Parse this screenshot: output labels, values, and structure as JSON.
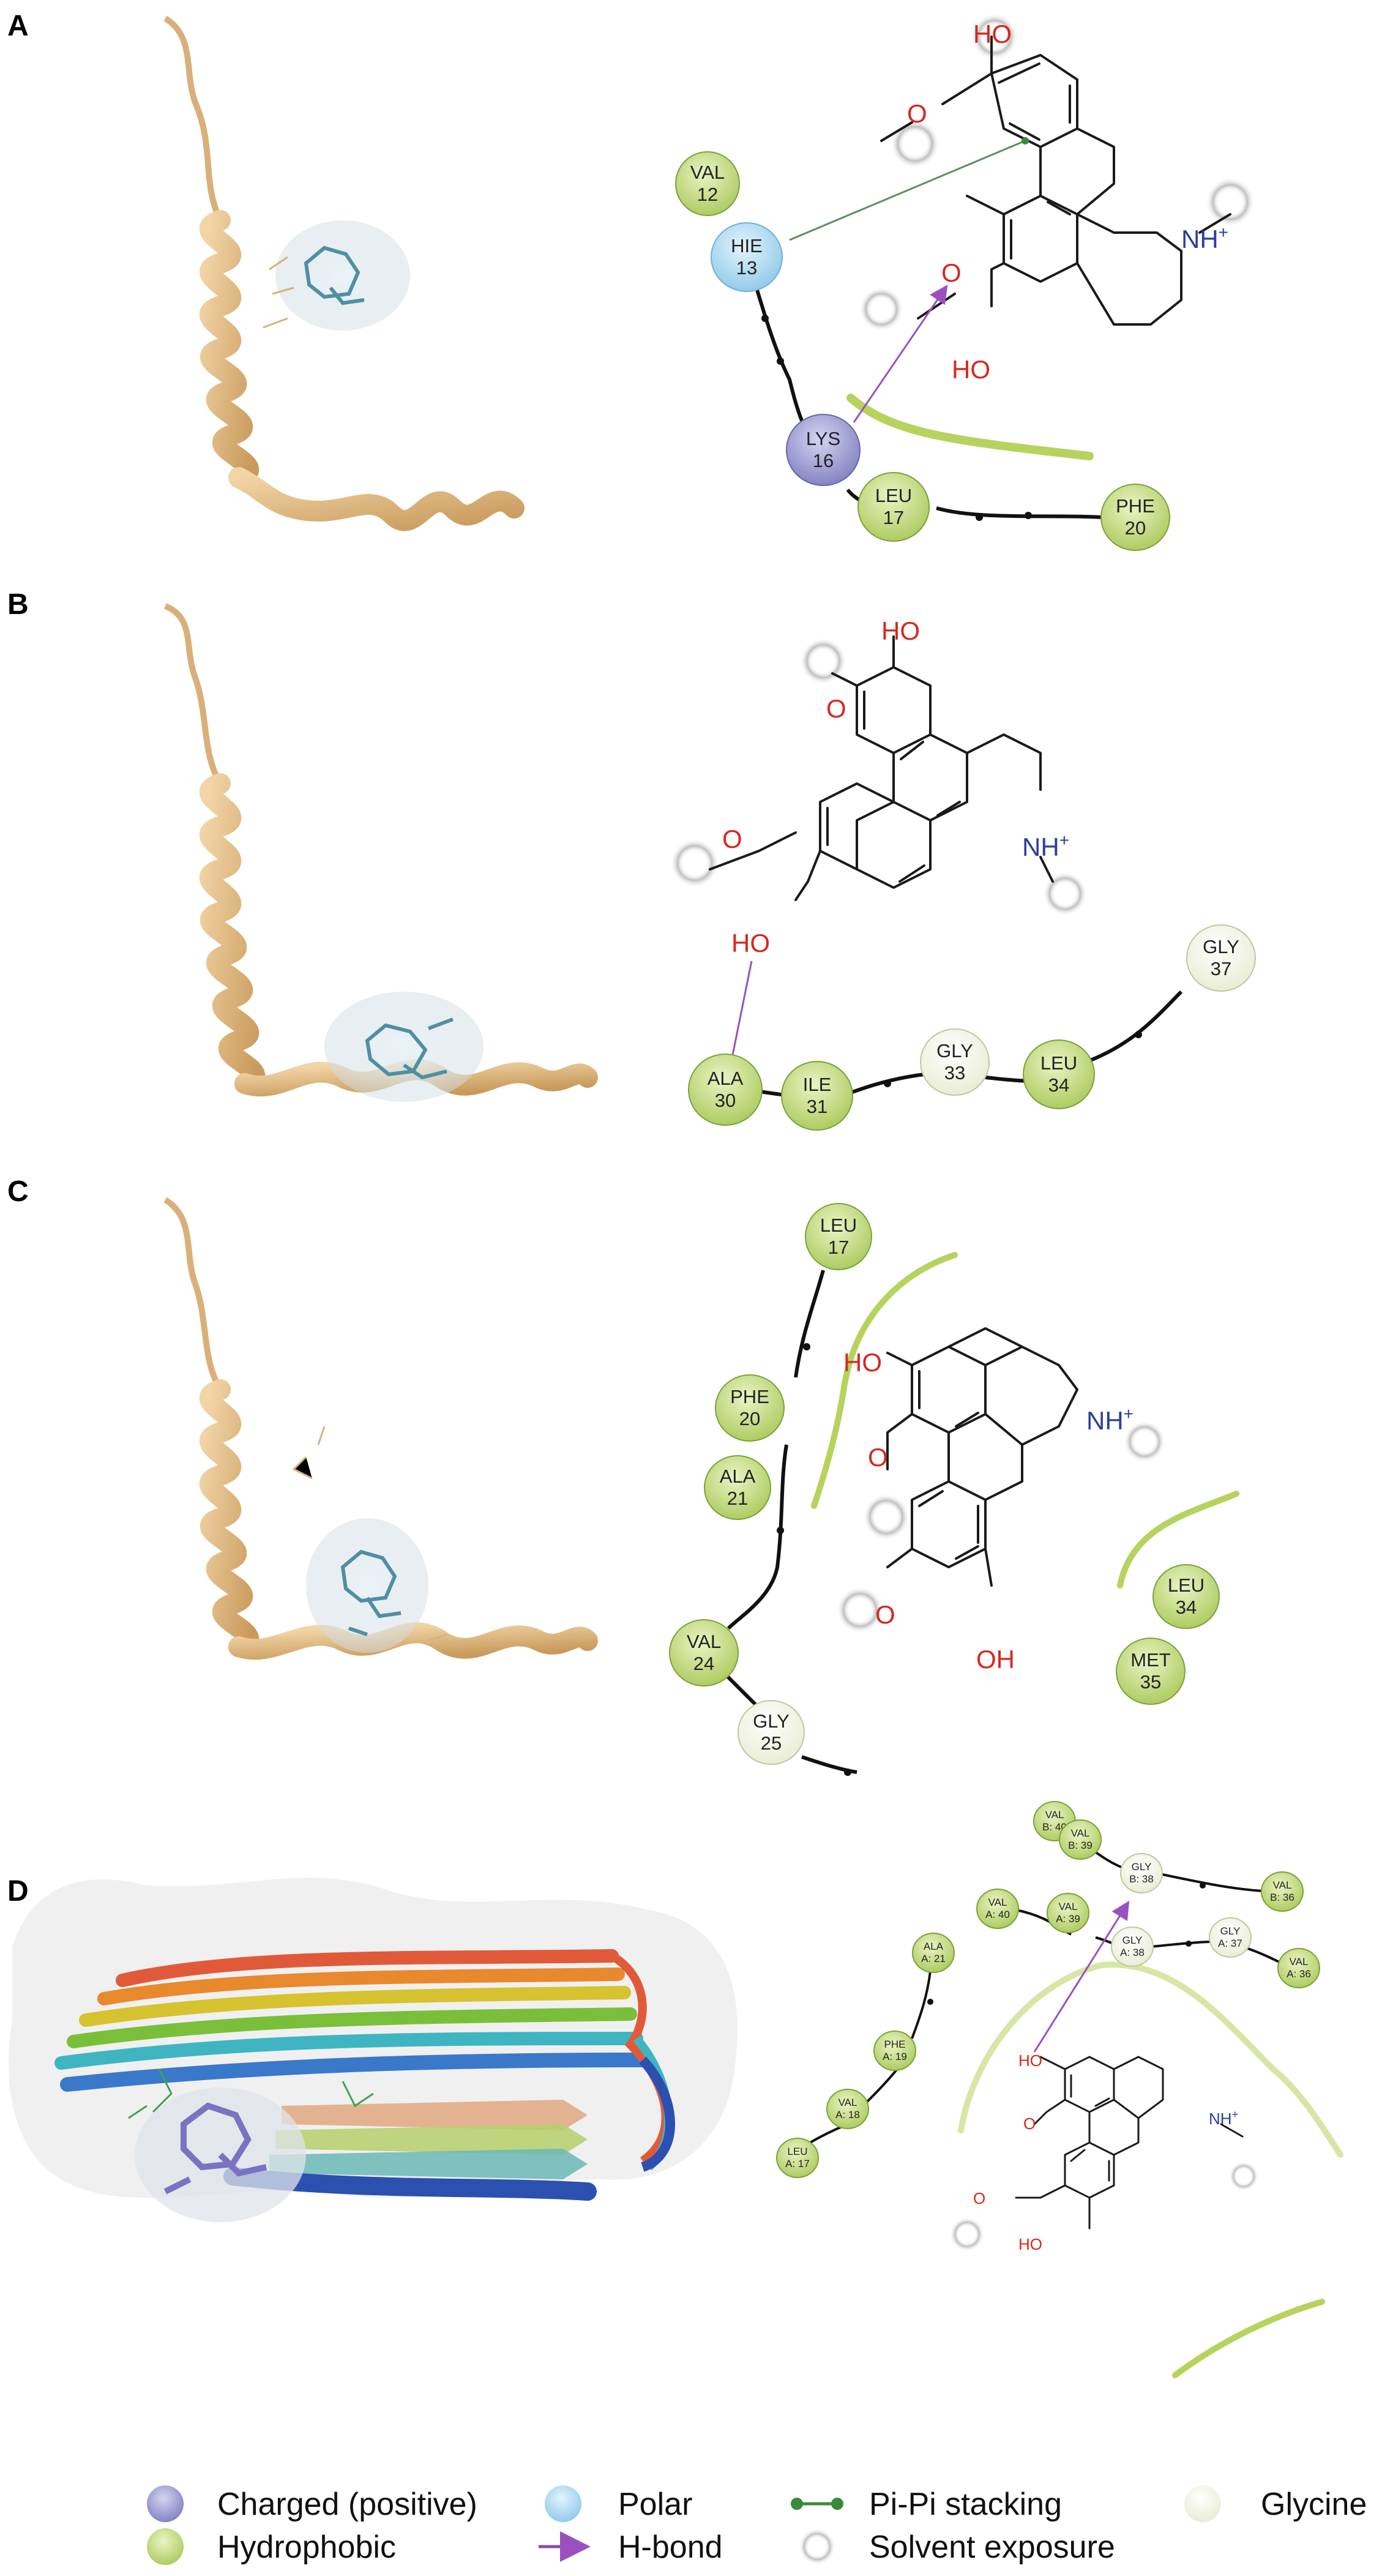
{
  "panels": [
    {
      "label": "A"
    },
    {
      "label": "B"
    },
    {
      "label": "C"
    },
    {
      "label": "D"
    }
  ],
  "atoms": {
    "ho": "HO",
    "oh": "OH",
    "o": "O",
    "nh": "NH",
    "plus": "+"
  },
  "residues_a": [
    {
      "name": "VAL",
      "num": "12"
    },
    {
      "name": "HIE",
      "num": "13"
    },
    {
      "name": "LYS",
      "num": "16"
    },
    {
      "name": "LEU",
      "num": "17"
    },
    {
      "name": "PHE",
      "num": "20"
    }
  ],
  "residues_b": [
    {
      "name": "ALA",
      "num": "30"
    },
    {
      "name": "ILE",
      "num": "31"
    },
    {
      "name": "GLY",
      "num": "33"
    },
    {
      "name": "LEU",
      "num": "34"
    },
    {
      "name": "GLY",
      "num": "37"
    }
  ],
  "residues_c": [
    {
      "name": "LEU",
      "num": "17"
    },
    {
      "name": "PHE",
      "num": "20"
    },
    {
      "name": "ALA",
      "num": "21"
    },
    {
      "name": "VAL",
      "num": "24"
    },
    {
      "name": "GLY",
      "num": "25"
    },
    {
      "name": "LEU",
      "num": "34"
    },
    {
      "name": "MET",
      "num": "35"
    }
  ],
  "residues_d": [
    {
      "name": "VAL",
      "num": "B: 40"
    },
    {
      "name": "VAL",
      "num": "B: 39"
    },
    {
      "name": "GLY",
      "num": "B: 38"
    },
    {
      "name": "VAL",
      "num": "B: 36"
    },
    {
      "name": "VAL",
      "num": "A: 40"
    },
    {
      "name": "VAL",
      "num": "A: 39"
    },
    {
      "name": "GLY",
      "num": "A: 38"
    },
    {
      "name": "GLY",
      "num": "A: 37"
    },
    {
      "name": "VAL",
      "num": "A: 36"
    },
    {
      "name": "ALA",
      "num": "A: 21"
    },
    {
      "name": "PHE",
      "num": "A: 19"
    },
    {
      "name": "VAL",
      "num": "A: 18"
    },
    {
      "name": "LEU",
      "num": "A: 17"
    }
  ],
  "legend": [
    {
      "label": "Charged (positive)",
      "color": "#8a8ac8"
    },
    {
      "label": "Polar",
      "color": "#9fd3ee"
    },
    {
      "label": "Pi-Pi stacking",
      "color": "#3b8a3b"
    },
    {
      "label": "Glycine",
      "color": "#eef2dc"
    },
    {
      "label": "Hydrophobic",
      "color": "#a8c94a"
    },
    {
      "label": "H-bond",
      "color": "#8a4aa8"
    },
    {
      "label": "Solvent exposure",
      "color": "#999999"
    }
  ],
  "colors": {
    "hydrophobic": "#c6dd82",
    "polar": "#a9d8f0",
    "charged": "#9b9bd3",
    "glycine": "#f3f6e6",
    "ribbon": "#e9c48e",
    "hbond": "#9b50c0",
    "pipi": "#5e8e5e",
    "pocket": "#a8c94a"
  }
}
